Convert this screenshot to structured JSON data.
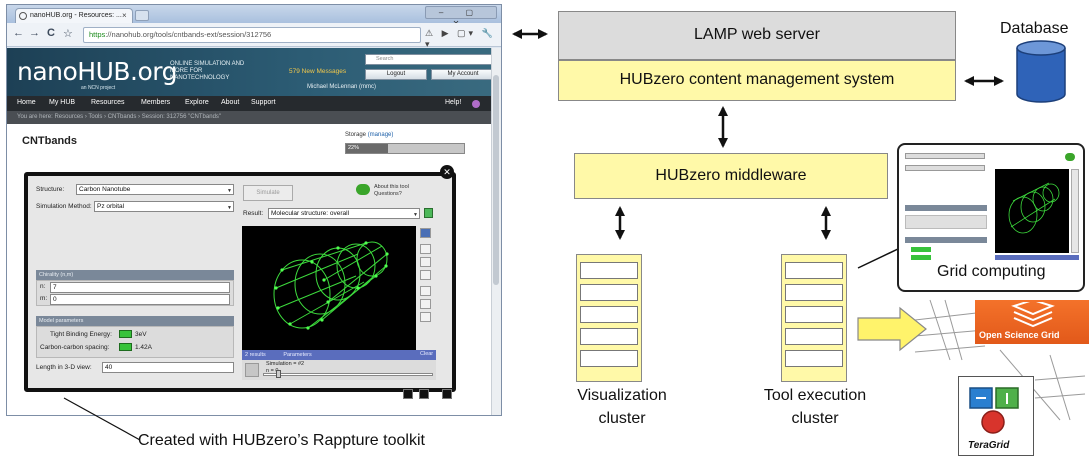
{
  "browser": {
    "tab_title": "nanoHUB.org - Resources: ...",
    "tab_close": "×",
    "url_https": "https",
    "url_rest": "://nanohub.org/tools/cntbands-ext/session/312756",
    "window_buttons": "– ▢ ✕",
    "nav_back": "←",
    "nav_forward": "→",
    "nav_reload": "C",
    "nav_star": "☆",
    "toolbar_icons": "⚠ ▶ ▢▾ 🔧▾"
  },
  "site": {
    "logo": "nanoHUB.org",
    "logo_sub": "an NCN project",
    "tagline": "ONLINE SIMULATION AND MORE FOR NANOTECHNOLOGY",
    "new_messages": "579 New Messages",
    "search_placeholder": "Search",
    "logout": "Logout",
    "my_account": "My Account",
    "user": "Michael McLennan (mmc)",
    "nav": [
      "Home",
      "My HUB",
      "Resources",
      "Members",
      "Explore",
      "About",
      "Support"
    ],
    "help": "Help!",
    "breadcrumb": "You are here: Resources › Tools › CNTbands › Session: 312756 \"CNTbands\"",
    "page_title": "CNTbands",
    "storage_label": "Storage",
    "storage_link": "(manage)",
    "storage_value": "22%"
  },
  "tool": {
    "close": "✕",
    "structure_label": "Structure:",
    "structure_value": "Carbon Nanotube",
    "method_label": "Simulation Method:",
    "method_value": "Pz orbital",
    "simulate": "Simulate",
    "about_tool": "About this tool Questions?",
    "result_label": "Result:",
    "result_value": "Molecular structure: overall",
    "chirality_header": "Chirality (n,m)",
    "n_label": "n:",
    "n_value": "7",
    "m_label": "m:",
    "m_value": "0",
    "model_header": "Model parameters",
    "tb_label": "Tight Binding Energy:",
    "tb_value": "3eV",
    "cc_label": "Carbon-carbon spacing:",
    "cc_value": "1.42A",
    "length_label": "Length in 3-D view:",
    "length_value": "40",
    "results_count": "2 results",
    "parameters": "Parameters",
    "clear": "Clear",
    "sim_number": "Simulation = #2",
    "mcm_value": "n = 0"
  },
  "annotation": "Created with HUBzero’s Rappture toolkit",
  "architecture": {
    "lamp": "LAMP web server",
    "cms": "HUBzero content management system",
    "database": "Database",
    "middleware": "HUBzero middleware",
    "grid": "Grid computing",
    "viz_cluster": "Visualization cluster",
    "tool_cluster": "Tool execution cluster",
    "osg": "Open Science Grid",
    "teragrid": "TeraGrid"
  },
  "colors": {
    "yellow_box": "#fff9a8",
    "gray_box": "#dcdcdc",
    "database": "#2f63b8",
    "osg_orange": "#e8601e",
    "nanohub_header": "#2c5c74",
    "cnt_green": "#37c23a"
  }
}
